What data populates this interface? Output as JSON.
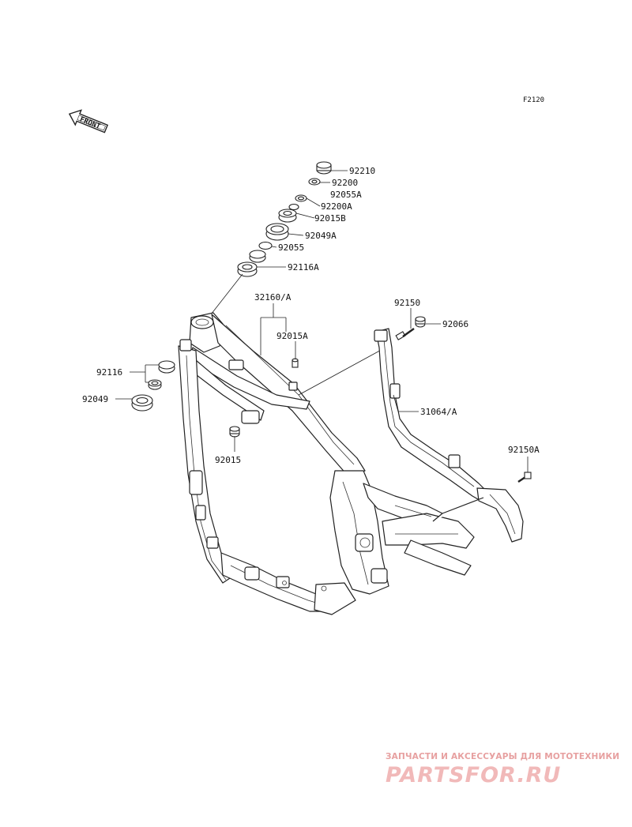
{
  "diagram": {
    "code": "F2120",
    "front_label": "FRONT",
    "labels": {
      "p92210": "92210",
      "p92200": "92200",
      "p92055A": "92055A",
      "p92200A": "92200A",
      "p92015B": "92015B",
      "p92049A": "92049A",
      "p92055": "92055",
      "p92116A": "92116A",
      "p32160A": "32160/A",
      "p92015A": "92015A",
      "p92150": "92150",
      "p92066": "92066",
      "p92116": "92116",
      "p92049": "92049",
      "p31064A": "31064/A",
      "p92015": "92015",
      "p92150A": "92150A"
    }
  },
  "watermark": {
    "tagline": "ЗАПЧАСТИ И АКСЕССУАРЫ ДЛЯ МОТОТЕХНИКИ",
    "logo": "PARTSFOR.RU"
  }
}
